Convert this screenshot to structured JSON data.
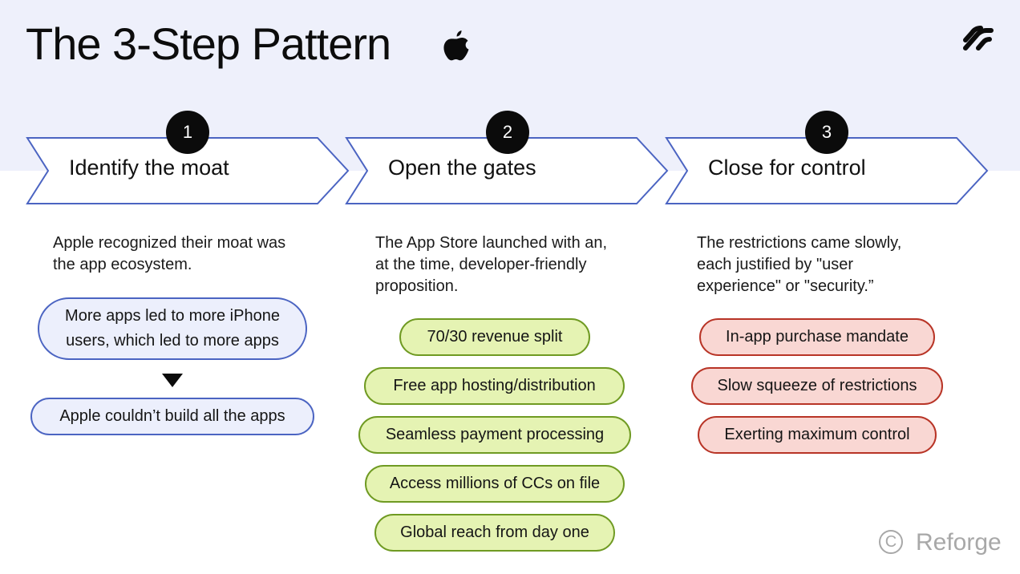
{
  "title": "The 3-Step Pattern",
  "icons": {
    "apple": "apple-logo-icon",
    "brand": "reforge-mark-icon",
    "copyright": "copyright-icon",
    "arrow": "triangle-down-icon"
  },
  "colors": {
    "band": "#eef0fb",
    "chevron_stroke": "#4b64c2",
    "blue_fill": "#eceffc",
    "blue_border": "#4b64c2",
    "green_fill": "#e5f3b3",
    "green_border": "#6f9a22",
    "red_fill": "#f9d7d3",
    "red_border": "#b83426"
  },
  "steps": [
    {
      "number": "1",
      "label": "Identify the moat",
      "description": "Apple recognized their moat was the app ecosystem.",
      "flow": {
        "top": "More apps led to more iPhone users, which led to more apps",
        "bottom": "Apple couldn’t build all the apps"
      }
    },
    {
      "number": "2",
      "label": "Open the gates",
      "description": "The App Store launched with an, at the time, developer-friendly proposition.",
      "pills": [
        "70/30 revenue split",
        "Free app hosting/distribution",
        "Seamless payment processing",
        "Access millions of CCs on file",
        "Global reach from day one"
      ]
    },
    {
      "number": "3",
      "label": "Close for control",
      "description": "The restrictions came slowly, each justified by \"user experience\" or \"security.”",
      "pills": [
        "In-app purchase mandate",
        "Slow squeeze of restrictions",
        "Exerting maximum control"
      ]
    }
  ],
  "footer": {
    "copyright_symbol": "C",
    "brand": "Reforge"
  }
}
